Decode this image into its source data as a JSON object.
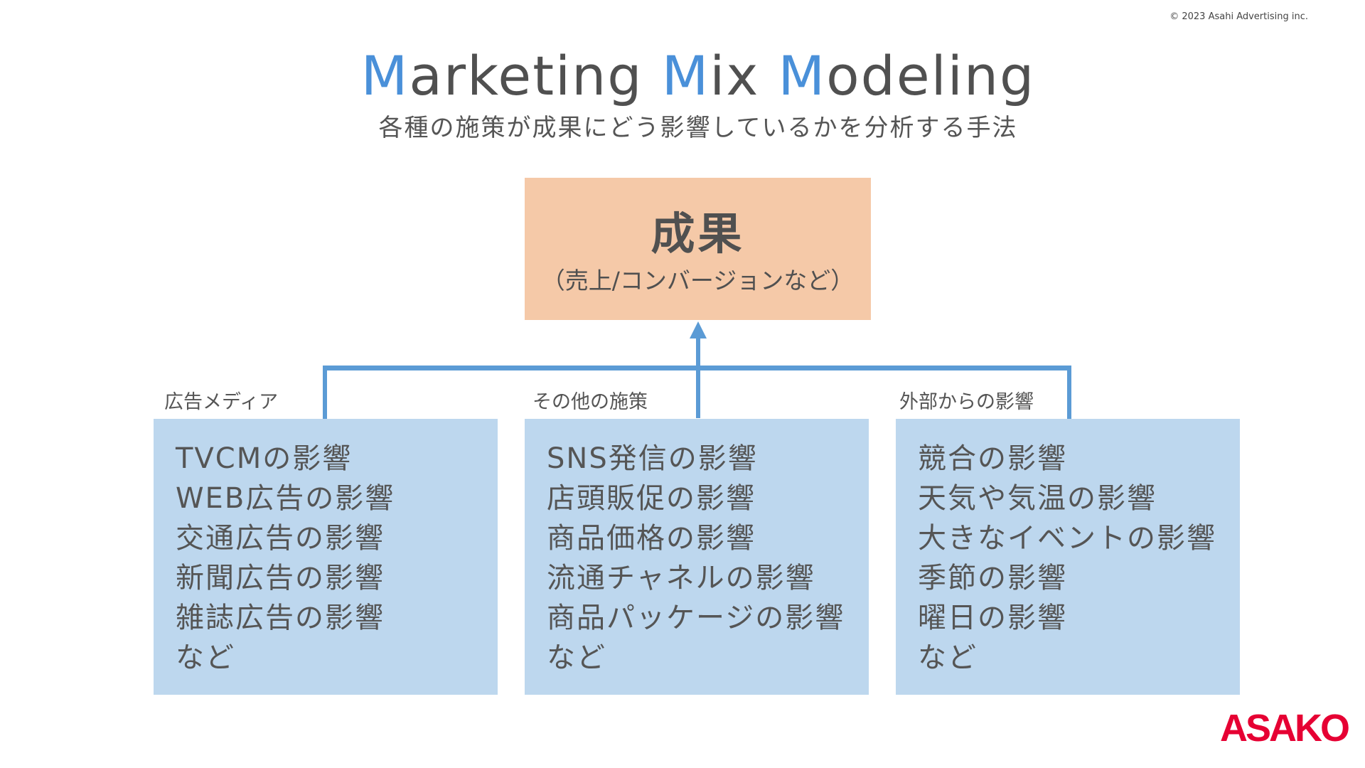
{
  "copyright": "© 2023 Asahi Advertising inc.",
  "title": {
    "words": [
      {
        "initial": "M",
        "rest": "arketing"
      },
      {
        "initial": "M",
        "rest": "ix"
      },
      {
        "initial": "M",
        "rest": "odeling"
      }
    ]
  },
  "subtitle": "各種の施策が成果にどう影響しているかを分析する手法",
  "result": {
    "title": "成果",
    "subtitle": "（売上/コンバージョンなど）"
  },
  "categories": [
    {
      "label": "広告メディア",
      "items": [
        "TVCMの影響",
        "WEB広告の影響",
        "交通広告の影響",
        "新聞広告の影響",
        "雑誌広告の影響",
        "など"
      ]
    },
    {
      "label": "その他の施策",
      "items": [
        "SNS発信の影響",
        "店頭販促の影響",
        "商品価格の影響",
        "流通チャネルの影響",
        "商品パッケージの影響",
        "など"
      ]
    },
    {
      "label": "外部からの影響",
      "items": [
        "競合の影響",
        "天気や気温の影響",
        "大きなイベントの影響",
        "季節の影響",
        "曜日の影響",
        "など"
      ]
    }
  ],
  "logo": "ASAKO",
  "colors": {
    "accent": "#5b9bd5",
    "result_box": "#f5c9a8",
    "category_box": "#bdd7ee",
    "logo": "#e60033"
  }
}
